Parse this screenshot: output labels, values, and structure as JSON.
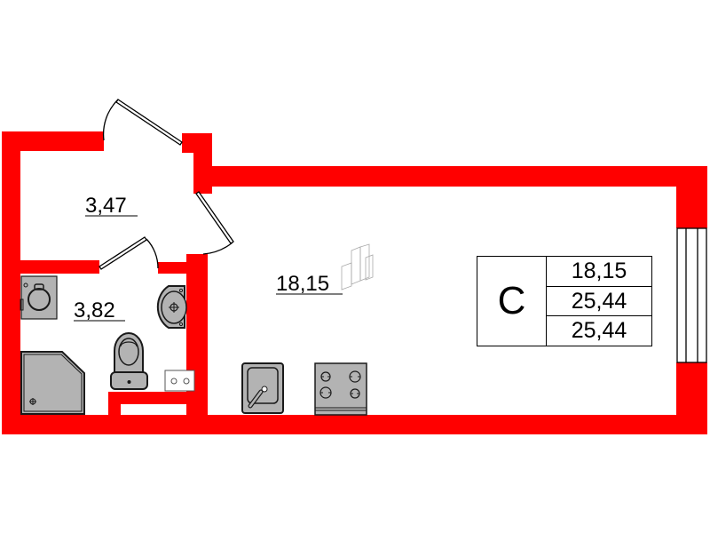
{
  "plan": {
    "type": "studio apartment floor plan",
    "colors": {
      "wall": "#ff0000",
      "fixture_fill": "#b3b3b3",
      "fixture_stroke": "#1a1a1a",
      "background": "#ffffff"
    },
    "rooms": [
      {
        "id": "hallway",
        "area": "3,47"
      },
      {
        "id": "bathroom",
        "area": "3,82"
      },
      {
        "id": "living-room",
        "area": "18,15"
      }
    ],
    "fixtures": [
      "washing-machine",
      "wash-basin",
      "toilet",
      "shower-tray",
      "socket-box",
      "kitchen-sink",
      "cooktop",
      "radiator"
    ]
  },
  "legend": {
    "apartment_type": "С",
    "living_area": "18,15",
    "total_area": "25,44",
    "total_area_2": "25,44"
  }
}
